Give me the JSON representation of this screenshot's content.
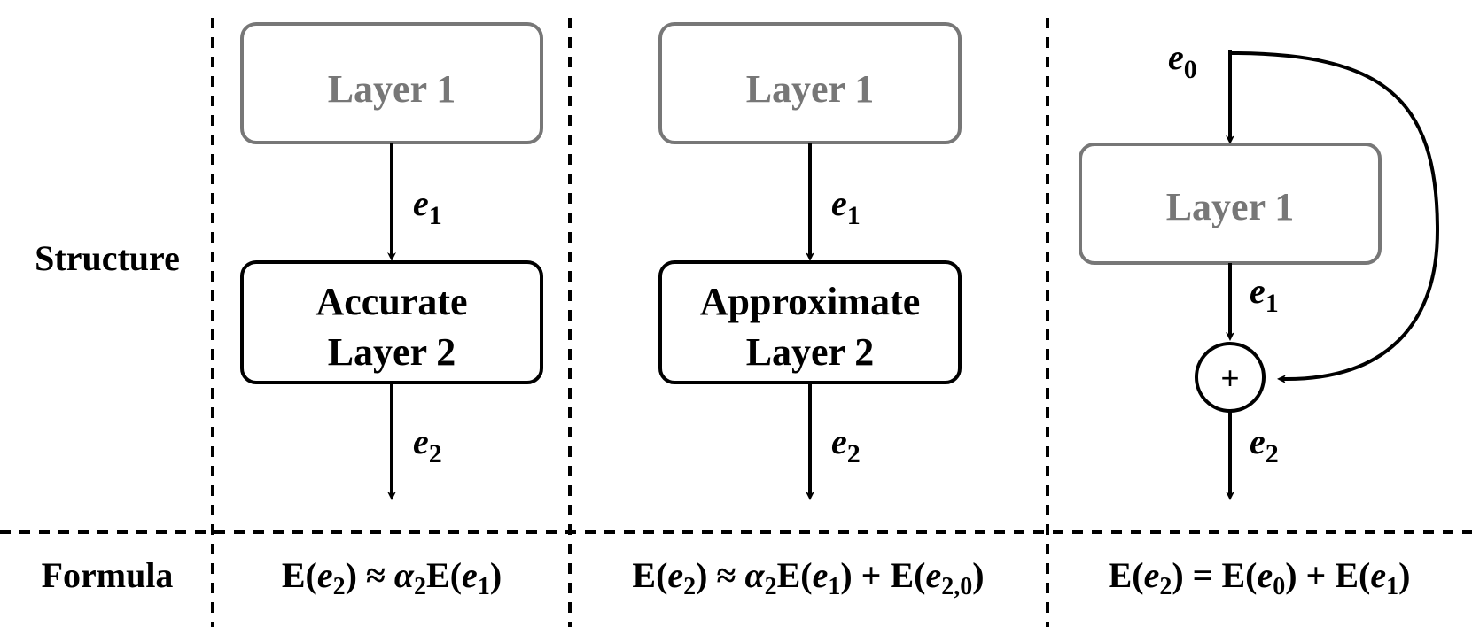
{
  "row_labels": {
    "structure": "Structure",
    "formula": "Formula"
  },
  "panels": [
    {
      "top_box": "Layer 1",
      "bottom_box_line1": "Accurate",
      "bottom_box_line2": "Layer 2",
      "edge_in": {
        "base": "e",
        "sub": "1"
      },
      "edge_out": {
        "base": "e",
        "sub": "2"
      },
      "formula": {
        "p1": "E(",
        "v1": "e",
        "s1": "2",
        "p2": ") ≈ ",
        "v2": "α",
        "s2": "2",
        "p3": "E(",
        "v3": "e",
        "s3": "1",
        "p4": ")"
      }
    },
    {
      "top_box": "Layer 1",
      "bottom_box_line1": "Approximate",
      "bottom_box_line2": "Layer 2",
      "edge_in": {
        "base": "e",
        "sub": "1"
      },
      "edge_out": {
        "base": "e",
        "sub": "2"
      },
      "formula": {
        "p1": "E(",
        "v1": "e",
        "s1": "2",
        "p2": ") ≈ ",
        "v2": "α",
        "s2": "2",
        "p3": "E(",
        "v3": "e",
        "s3": "1",
        "p4": ") + E(",
        "v4": "e",
        "s4": "2,0",
        "p5": ")"
      }
    },
    {
      "top_box": "Layer 1",
      "plus": "+",
      "edge_top": {
        "base": "e",
        "sub": "0"
      },
      "edge_in": {
        "base": "e",
        "sub": "1"
      },
      "edge_out": {
        "base": "e",
        "sub": "2"
      },
      "formula": {
        "p1": "E(",
        "v1": "e",
        "s1": "2",
        "p2": ") = E(",
        "v2": "e",
        "s2": "0",
        "p3": ") + E(",
        "v3": "e",
        "s3": "1",
        "p4": ")"
      }
    }
  ],
  "colors": {
    "gray_box": "#777777",
    "black": "#000000",
    "background": "#ffffff"
  }
}
